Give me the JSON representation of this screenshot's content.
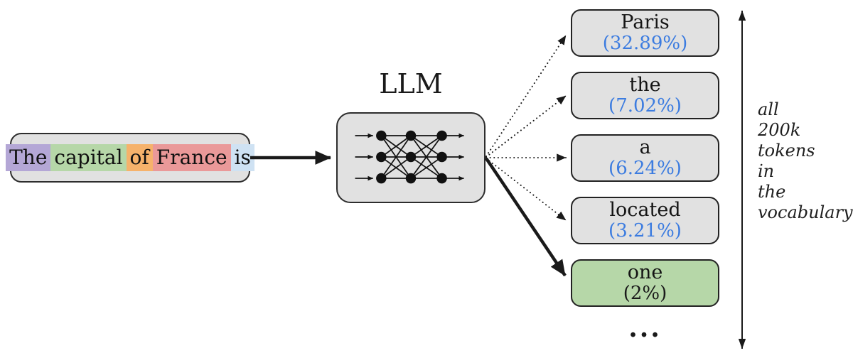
{
  "diagram": {
    "input": {
      "tokens": [
        {
          "text": "The",
          "bg": "#b4a7d6"
        },
        {
          "text": "capital",
          "bg": "#b6d7a8"
        },
        {
          "text": "of",
          "bg": "#f6b26b"
        },
        {
          "text": "France",
          "bg": "#ea9999"
        },
        {
          "text": "is",
          "bg": "#cfe2f3"
        }
      ]
    },
    "model": {
      "label": "LLM"
    },
    "outputs": [
      {
        "word": "Paris",
        "prob": "(32.89%)",
        "fill": "#e1e1e1",
        "prob_color": "#3c7ce0"
      },
      {
        "word": "the",
        "prob": "(7.02%)",
        "fill": "#e1e1e1",
        "prob_color": "#3c7ce0"
      },
      {
        "word": "a",
        "prob": "(6.24%)",
        "fill": "#e1e1e1",
        "prob_color": "#3c7ce0"
      },
      {
        "word": "located",
        "prob": "(3.21%)",
        "fill": "#e1e1e1",
        "prob_color": "#3c7ce0"
      },
      {
        "word": "one",
        "prob": "(2%)",
        "fill": "#b6d7a8",
        "prob_color": "#1a1a1a"
      }
    ],
    "ellipsis": "...",
    "vocab_note": "all\n200k\ntokens\nin\nthe\nvocabulary",
    "colors": {
      "box_fill": "#e1e1e1",
      "box_border": "#2d2d2d",
      "accent_blue": "#3c7ce0",
      "selected_green": "#b6d7a8",
      "arrow_black": "#1a1a1a",
      "token_purple": "#b4a7d6",
      "token_green": "#b6d7a8",
      "token_orange": "#f6b26b",
      "token_red": "#ea9999",
      "token_blue": "#cfe2f3"
    }
  }
}
